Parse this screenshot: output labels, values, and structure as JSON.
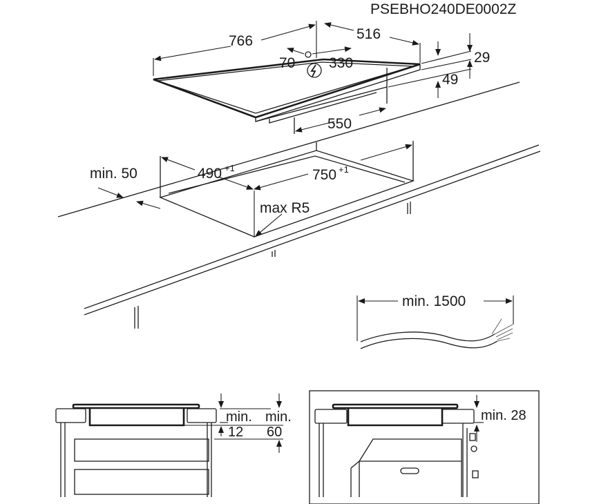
{
  "drawing_code": "PSEBHO240DE0002Z",
  "hob": {
    "width": "766",
    "depth": "516",
    "offset_left": "70",
    "offset_right": "330",
    "thickness": "29",
    "height": "49",
    "base_width": "550"
  },
  "cutout": {
    "min_edge": "min. 50",
    "depth": "490",
    "depth_tol": "+1",
    "width": "750",
    "width_tol": "+1",
    "radius": "max R5"
  },
  "cable": {
    "length": "min. 1500"
  },
  "side_section_a": {
    "clearance_1_top": "min.",
    "clearance_1_value": "12",
    "clearance_2_top": "min.",
    "clearance_2_value": "60"
  },
  "side_section_b": {
    "clearance": "min. 28"
  },
  "icons": [
    "electrical-connection-icon"
  ]
}
